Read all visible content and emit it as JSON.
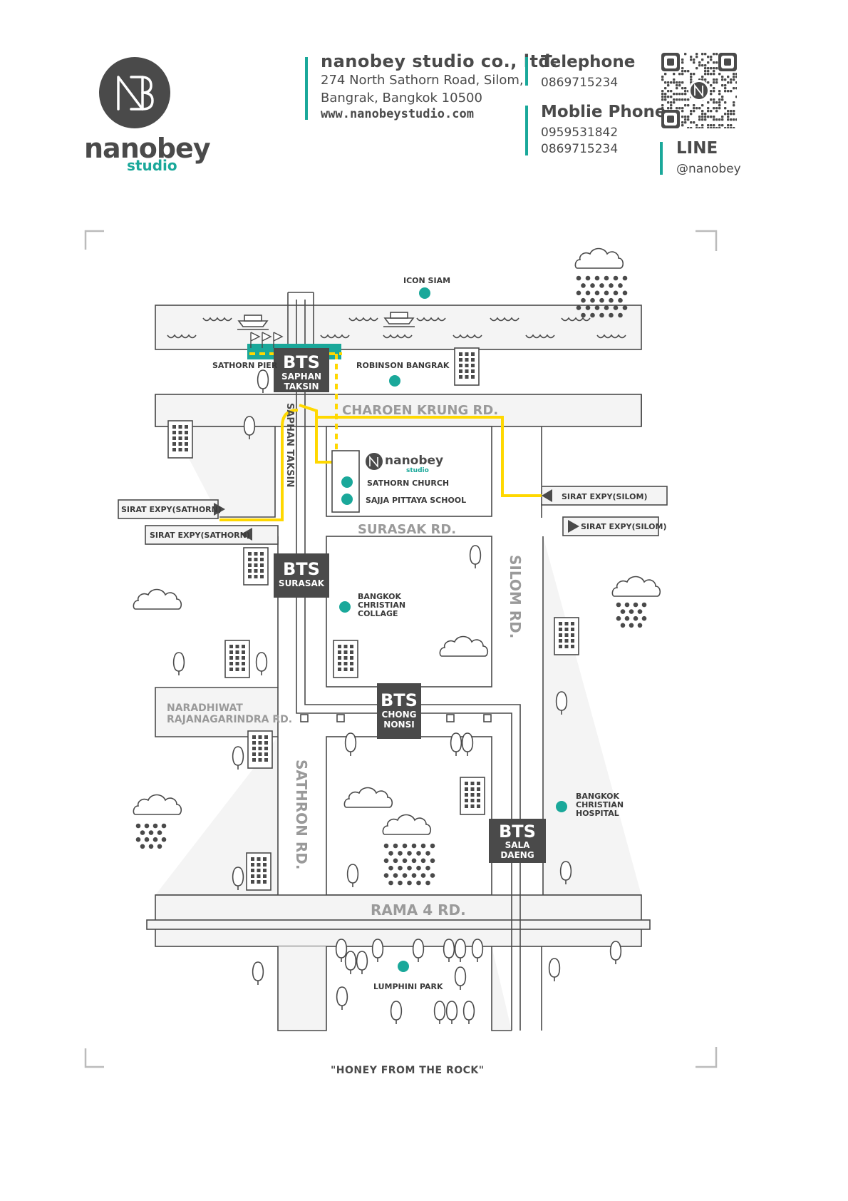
{
  "brand": {
    "logo_word": "nanobey",
    "logo_sub": "studio",
    "company_name": "nanobey studio co., ltd.",
    "address_line1": "274 North Sathorn Road, Silom,",
    "address_line2": "Bangrak, Bangkok 10500",
    "website": "www.nanobeystudio.com"
  },
  "contacts": {
    "telephone_title": "Telephone",
    "telephone": "0869715234",
    "mobile_title": "Moblie Phone",
    "mobile_1": "0959531842",
    "mobile_2": "0869715234",
    "line_title": "LINE",
    "line_id": "@nanobey"
  },
  "colors": {
    "accent": "#1aa89a",
    "route": "#ffd800",
    "dark": "#4a4a4a",
    "road": "#f4f4f4"
  },
  "map": {
    "roads": {
      "charoen_krung": "CHAROEN KRUNG RD.",
      "saphan_taksin": "SAPHAN TAKSIN",
      "surasak": "SURASAK RD.",
      "silom": "SILOM RD.",
      "naradhiwat_1": "NARADHIWAT",
      "naradhiwat_2": "RAJANAGARINDRA RD.",
      "sathron": "SATHRON RD.",
      "rama4": "RAMA 4 RD."
    },
    "stations": {
      "saphan_taksin": {
        "line": "BTS",
        "name_1": "SAPHAN",
        "name_2": "TAKSIN"
      },
      "surasak": {
        "line": "BTS",
        "name_1": "SURASAK"
      },
      "chong_nonsi": {
        "line": "BTS",
        "name_1": "CHONG",
        "name_2": "NONSI"
      },
      "sala_daeng": {
        "line": "BTS",
        "name_1": "SALA",
        "name_2": "DAENG"
      }
    },
    "places": {
      "icon_siam": "ICON SIAM",
      "sathorn_pier": "SATHORN PIER",
      "robinson": "ROBINSON BANGRAK",
      "studio_word": "nanobey",
      "studio_sub": "studio",
      "sathorn_church": "SATHORN CHURCH",
      "sajja_school": "SAJJA PITTAYA SCHOOL",
      "bcc_1": "BANGKOK",
      "bcc_2": "CHRISTIAN",
      "bcc_3": "COLLAGE",
      "bch_1": "BANGKOK",
      "bch_2": "CHRISTIAN",
      "bch_3": "HOSPITAL",
      "lumphini": "LUMPHINI PARK"
    },
    "expressways": {
      "sathorn_in": "SIRAT EXPY(SATHORN)",
      "sathorn_out": "SIRAT EXPY(SATHORN)",
      "silom_in": "SIRAT EXPY(SILOM)",
      "silom_out": "SIRAT EXPY(SILOM)"
    }
  },
  "footer": {
    "motto": "\"HONEY FROM THE ROCK\""
  }
}
